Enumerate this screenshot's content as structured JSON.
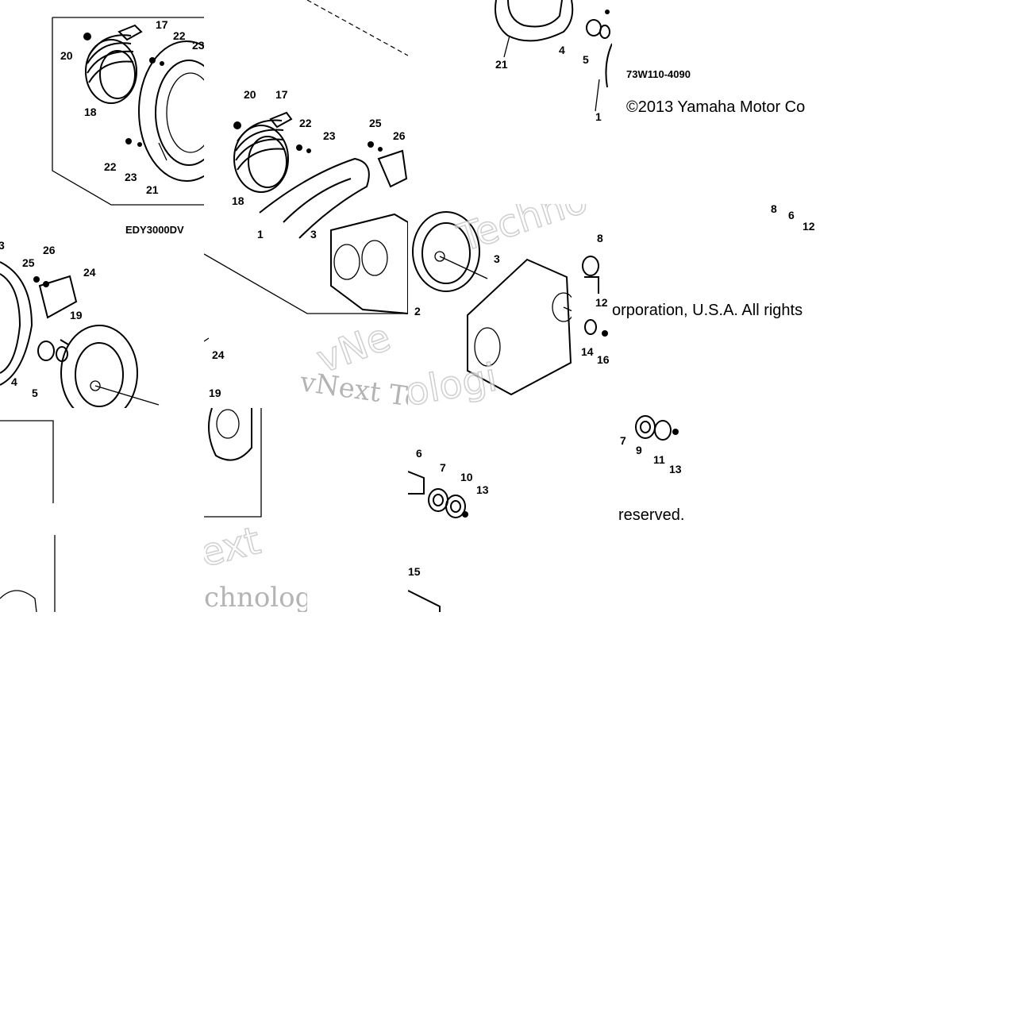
{
  "diagram": {
    "codes": {
      "edy": "EDY3000DV",
      "part_number": "73W110-4090"
    },
    "copyright": {
      "frag_a": "©2013 Yamaha Motor Co",
      "frag_b": "orporation, U.S.A. All rights",
      "frag_c": "reserved."
    },
    "watermark": {
      "serif": "vNext Te",
      "outline_a": "vNe",
      "outline_b": "Techno",
      "outline_c": "ologi",
      "outline_d": "ext",
      "serif_b": "chnolog"
    },
    "callouts": {
      "t1": [
        "20",
        "17",
        "22",
        "23",
        "18",
        "22",
        "23",
        "21"
      ],
      "t2": [
        "20",
        "17",
        "22",
        "23",
        "25",
        "26",
        "18",
        "1",
        "3"
      ],
      "t4": [
        "25",
        "26",
        "24",
        "19",
        "4",
        "5"
      ],
      "t5": [
        "24",
        "19"
      ],
      "t6": [
        "8",
        "3",
        "2"
      ],
      "t7": [
        "12",
        "14",
        "16"
      ],
      "t8": [
        "4",
        "5",
        "21",
        "1"
      ],
      "t9": [
        "8",
        "6",
        "12"
      ],
      "t10": [
        "6",
        "7",
        "10",
        "13",
        "15"
      ],
      "t11": [
        "7",
        "9",
        "11",
        "13"
      ]
    }
  }
}
